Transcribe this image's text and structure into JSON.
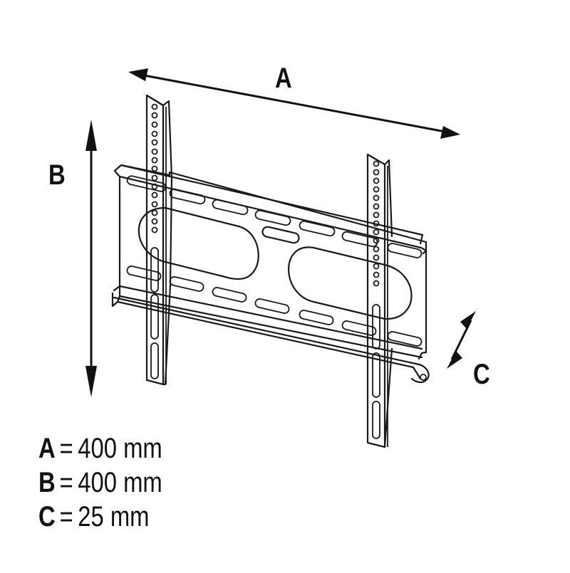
{
  "diagram": {
    "subject": "TV wall mount bracket",
    "dimension_labels": {
      "a": "A",
      "b": "B",
      "c": "C"
    }
  },
  "legend": {
    "rows": [
      {
        "key": "A",
        "eq": "=",
        "value": "400 mm"
      },
      {
        "key": "B",
        "eq": "=",
        "value": "400 mm"
      },
      {
        "key": "C",
        "eq": "=",
        "value": "25 mm"
      }
    ]
  },
  "colors": {
    "line": "#1a1a1a",
    "background": "#ffffff"
  }
}
